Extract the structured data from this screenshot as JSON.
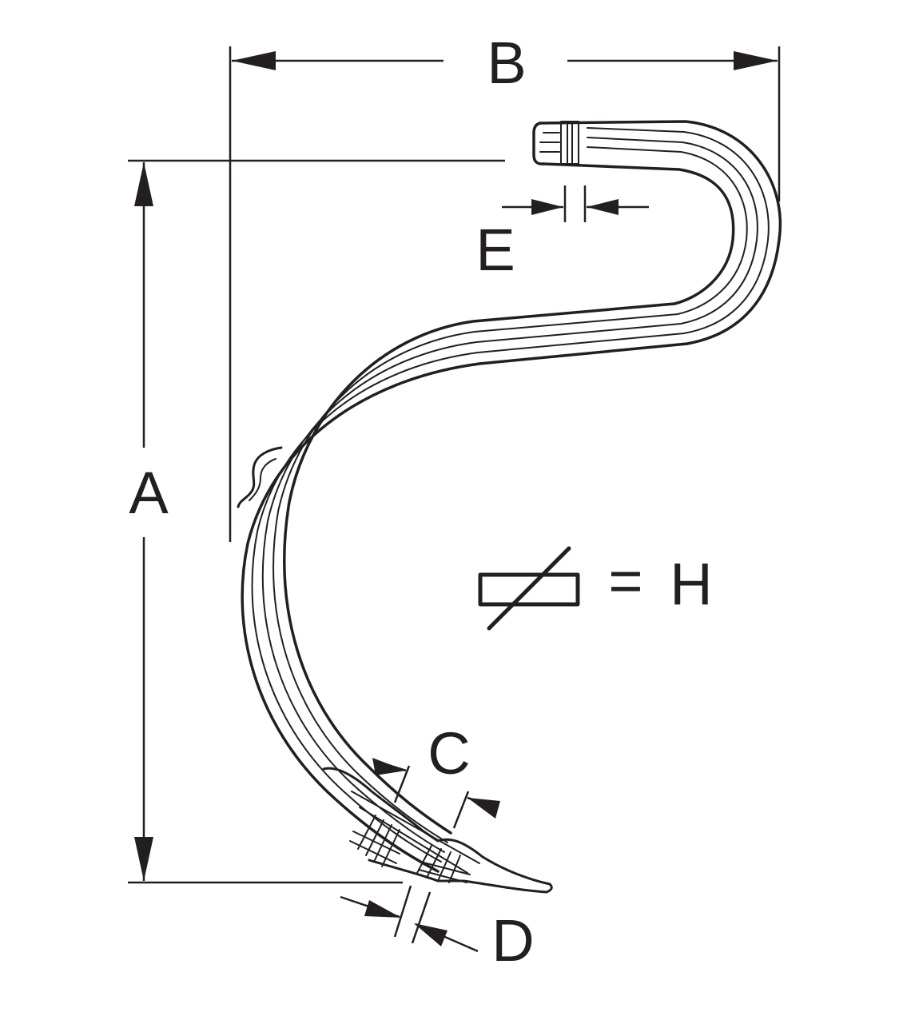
{
  "labels": {
    "a": "A",
    "b": "B",
    "c": "C",
    "d": "D",
    "e": "E",
    "equals": "=",
    "h": "H"
  },
  "colors": {
    "ink": "#231f20",
    "background": "#ffffff"
  },
  "icons": {
    "section": "rectangular-cross-section-icon"
  }
}
